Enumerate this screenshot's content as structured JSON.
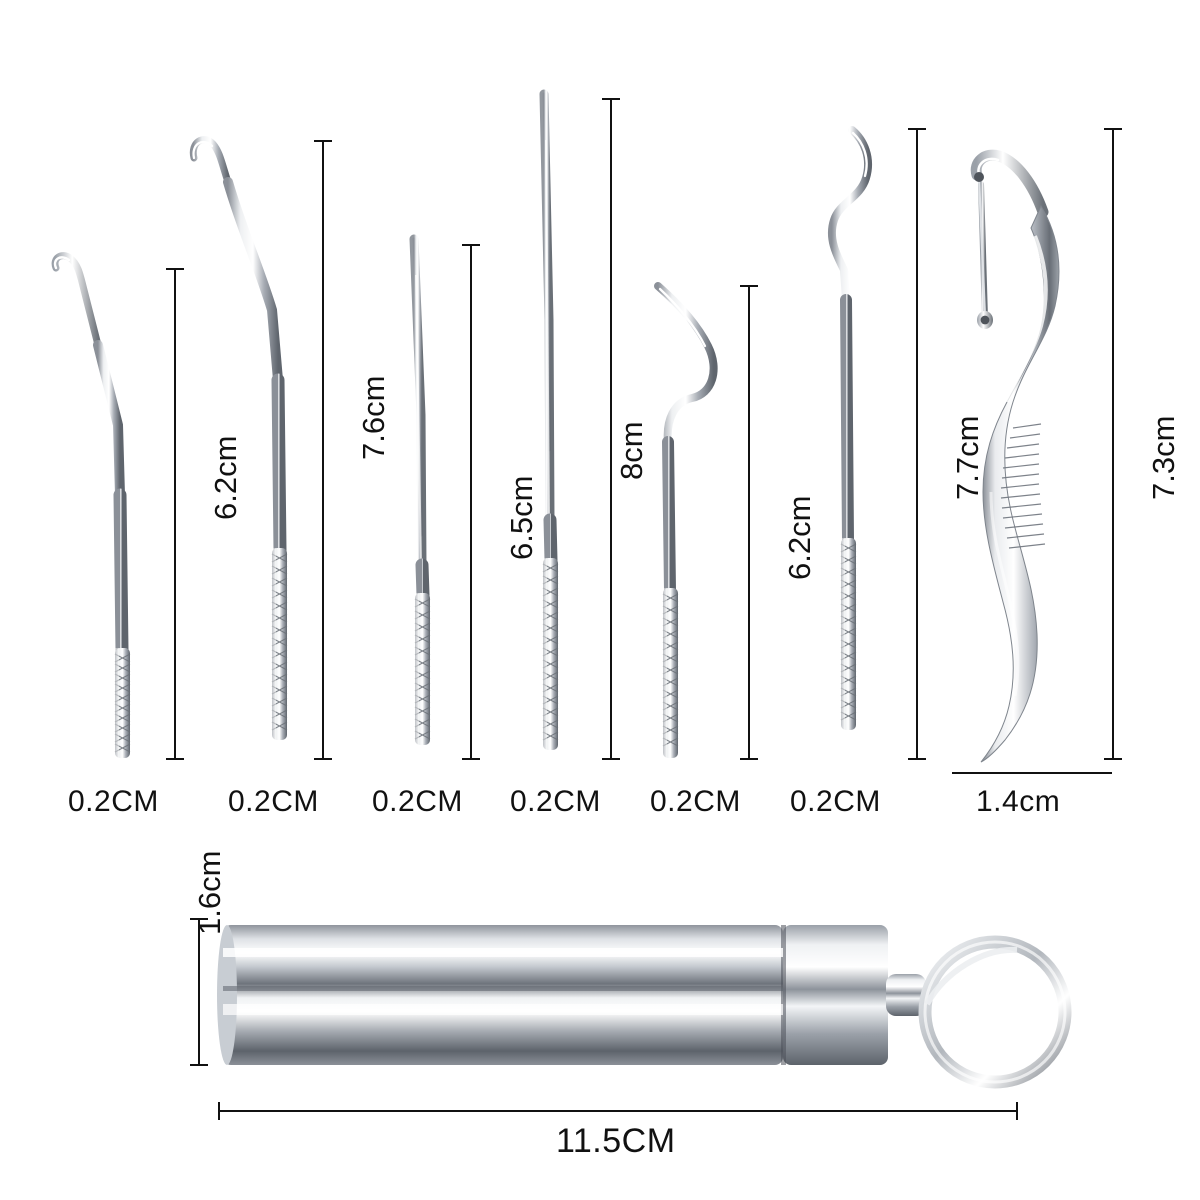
{
  "diagram": {
    "title": "Stainless steel dental tool set dimension diagram",
    "background_color": "#ffffff",
    "line_color": "#111111",
    "metal_colors": {
      "light": "#f2f3f5",
      "mid": "#b9bdc4",
      "dark": "#6f757e",
      "shadow": "#4a4f57",
      "highlight": "#ffffff"
    },
    "tools": [
      {
        "id": "pick-1",
        "name": "curved-sickle-probe",
        "length_label": "6.2cm",
        "width_label": "0.2CM"
      },
      {
        "id": "pick-2",
        "name": "angled-scaler-probe",
        "length_label": "7.6cm",
        "width_label": "0.2CM"
      },
      {
        "id": "pick-3",
        "name": "straight-needle-pick",
        "length_label": "6.5cm",
        "width_label": "0.2CM"
      },
      {
        "id": "pick-4",
        "name": "long-straight-needle-pick",
        "length_label": "8cm",
        "width_label": "0.2CM"
      },
      {
        "id": "pick-5",
        "name": "hook-probe",
        "length_label": "6.2cm",
        "width_label": "0.2CM"
      },
      {
        "id": "pick-6",
        "name": "double-curve-probe",
        "length_label": "7.7cm",
        "width_label": "0.2CM"
      },
      {
        "id": "floss-pick",
        "name": "floss-holder",
        "length_label": "7.3cm",
        "width_label": "1.4cm"
      },
      {
        "id": "case",
        "name": "storage-tube-with-keyring",
        "length_label": "11.5CM",
        "width_label": "1.6cm"
      }
    ]
  }
}
